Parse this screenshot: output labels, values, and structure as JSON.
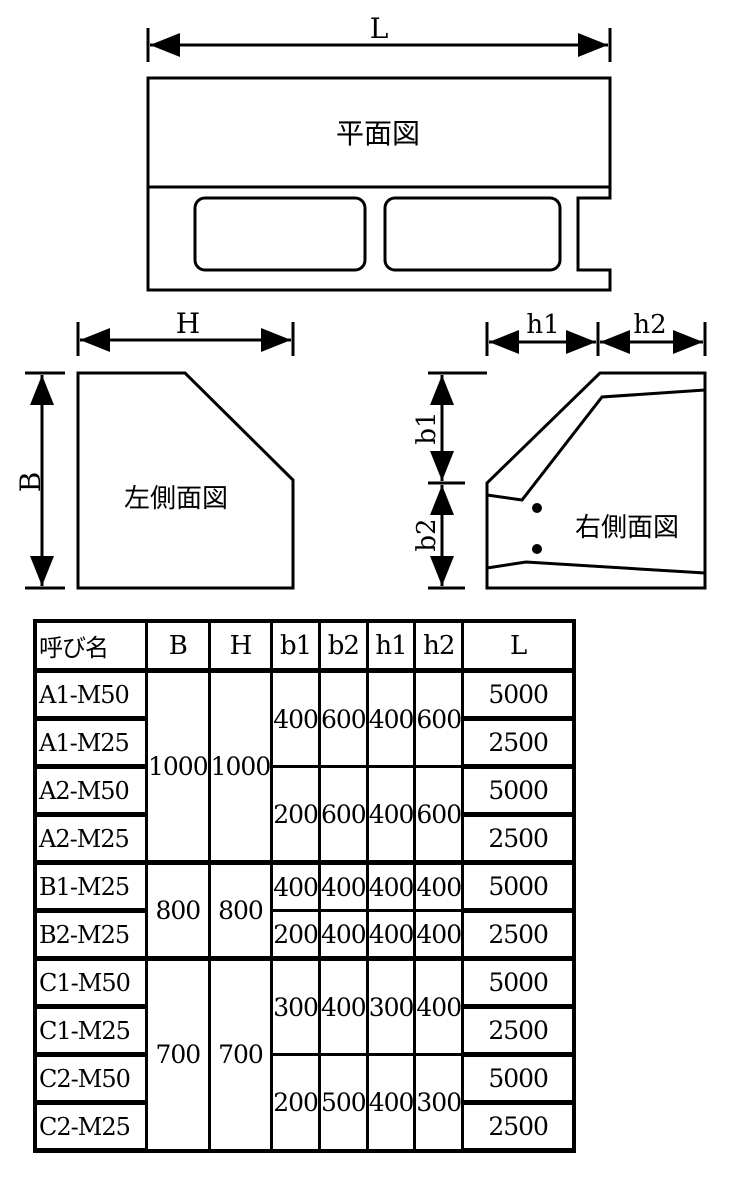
{
  "drawing": {
    "plan_label": "平面図",
    "left_label": "左側面図",
    "right_label": "右側面図",
    "dim_L": "L",
    "dim_H": "H",
    "dim_B": "B",
    "dim_h1": "h1",
    "dim_h2": "h2",
    "dim_b1": "b1",
    "dim_b2": "b2"
  },
  "table": {
    "headers": [
      "呼び名",
      "B",
      "H",
      "b1",
      "b2",
      "h1",
      "h2",
      "L"
    ],
    "groups": [
      {
        "B": "1000",
        "H": "1000",
        "sub": [
          {
            "b1": "400",
            "b2": "600",
            "h1": "400",
            "h2": "600",
            "rows": [
              {
                "name": "A1-M50",
                "L": "5000"
              },
              {
                "name": "A1-M25",
                "L": "2500"
              }
            ]
          },
          {
            "b1": "200",
            "b2": "600",
            "h1": "400",
            "h2": "600",
            "rows": [
              {
                "name": "A2-M50",
                "L": "5000"
              },
              {
                "name": "A2-M25",
                "L": "2500"
              }
            ]
          }
        ]
      },
      {
        "B": "800",
        "H": "800",
        "sub": [
          {
            "b1": "400",
            "b2": "400",
            "h1": "400",
            "h2": "400",
            "rows": [
              {
                "name": "B1-M25",
                "L": "5000"
              }
            ]
          },
          {
            "b1": "200",
            "b2": "400",
            "h1": "400",
            "h2": "400",
            "rows": [
              {
                "name": "B2-M25",
                "L": "2500"
              }
            ]
          }
        ]
      },
      {
        "B": "700",
        "H": "700",
        "sub": [
          {
            "b1": "300",
            "b2": "400",
            "h1": "300",
            "h2": "400",
            "rows": [
              {
                "name": "C1-M50",
                "L": "5000"
              },
              {
                "name": "C1-M25",
                "L": "2500"
              }
            ]
          },
          {
            "b1": "200",
            "b2": "500",
            "h1": "400",
            "h2": "300",
            "rows": [
              {
                "name": "C2-M50",
                "L": "5000"
              },
              {
                "name": "C2-M25",
                "L": "2500"
              }
            ]
          }
        ]
      }
    ]
  }
}
